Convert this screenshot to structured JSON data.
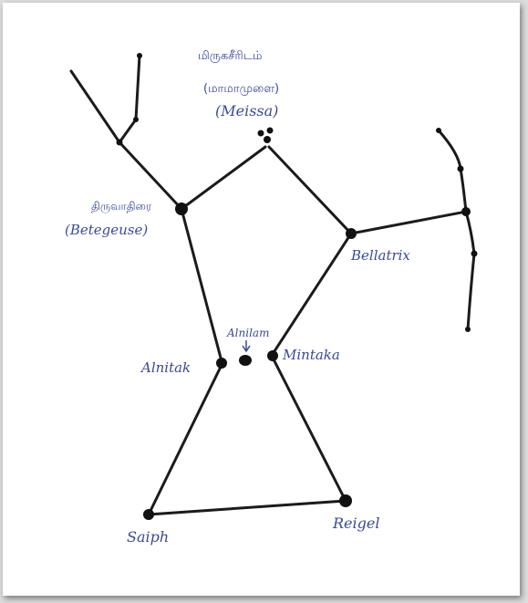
{
  "labels": {
    "meissa_tamil_1": "மிருகசீரிடம்",
    "meissa_tamil_2": "(மாமாமுளை)",
    "meissa": "(Meissa)",
    "betelgeuse_tamil": "திருவாதிரை",
    "betelgeuse": "(Betegeuse)",
    "bellatrix": "Bellatrix",
    "alnilam": "Alnilam",
    "alnitak": "Alnitak",
    "mintaka": "Mintaka",
    "saiph": "Saiph",
    "rigel": "Reigel"
  },
  "colors": {
    "ink": "#1b1b1b",
    "label": "#3a4a9a",
    "paper": "#ffffff"
  }
}
